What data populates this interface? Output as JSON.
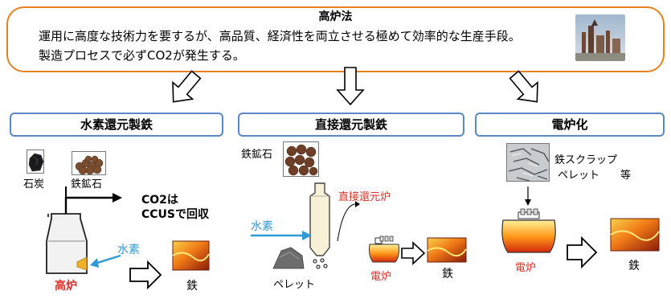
{
  "banner": {
    "title": "高炉法",
    "line1": "運用に高度な技術力を要するが、高品質、経済性を両立させる極めて効率的な生産手段。",
    "line2": "製造プロセスで必ずCO2が発生する。"
  },
  "sections": {
    "hydrogen": {
      "title": "水素還元製鉄",
      "coal": "石炭",
      "iron_ore": "鉄鉱石",
      "co2_line1": "CO2は",
      "co2_line2": "CCUSで回収",
      "hydrogen": "水素",
      "blast_furnace": "高炉",
      "iron": "鉄"
    },
    "direct": {
      "title": "直接還元製鉄",
      "iron_ore": "鉄鉱石",
      "reduction_furnace": "直接還元炉",
      "hydrogen": "水素",
      "pellet": "ペレット",
      "eaf": "電炉",
      "iron": "鉄"
    },
    "electric": {
      "title": "電炉化",
      "scrap_line1": "鉄スクラップ",
      "scrap_line2": "ペレット　　等",
      "eaf": "電炉",
      "iron": "鉄"
    }
  },
  "colors": {
    "banner_border": "#e8801f",
    "section_border": "#5b87c5",
    "furnace_label": "#e0302a",
    "hydrogen": "#2f9ad6"
  }
}
